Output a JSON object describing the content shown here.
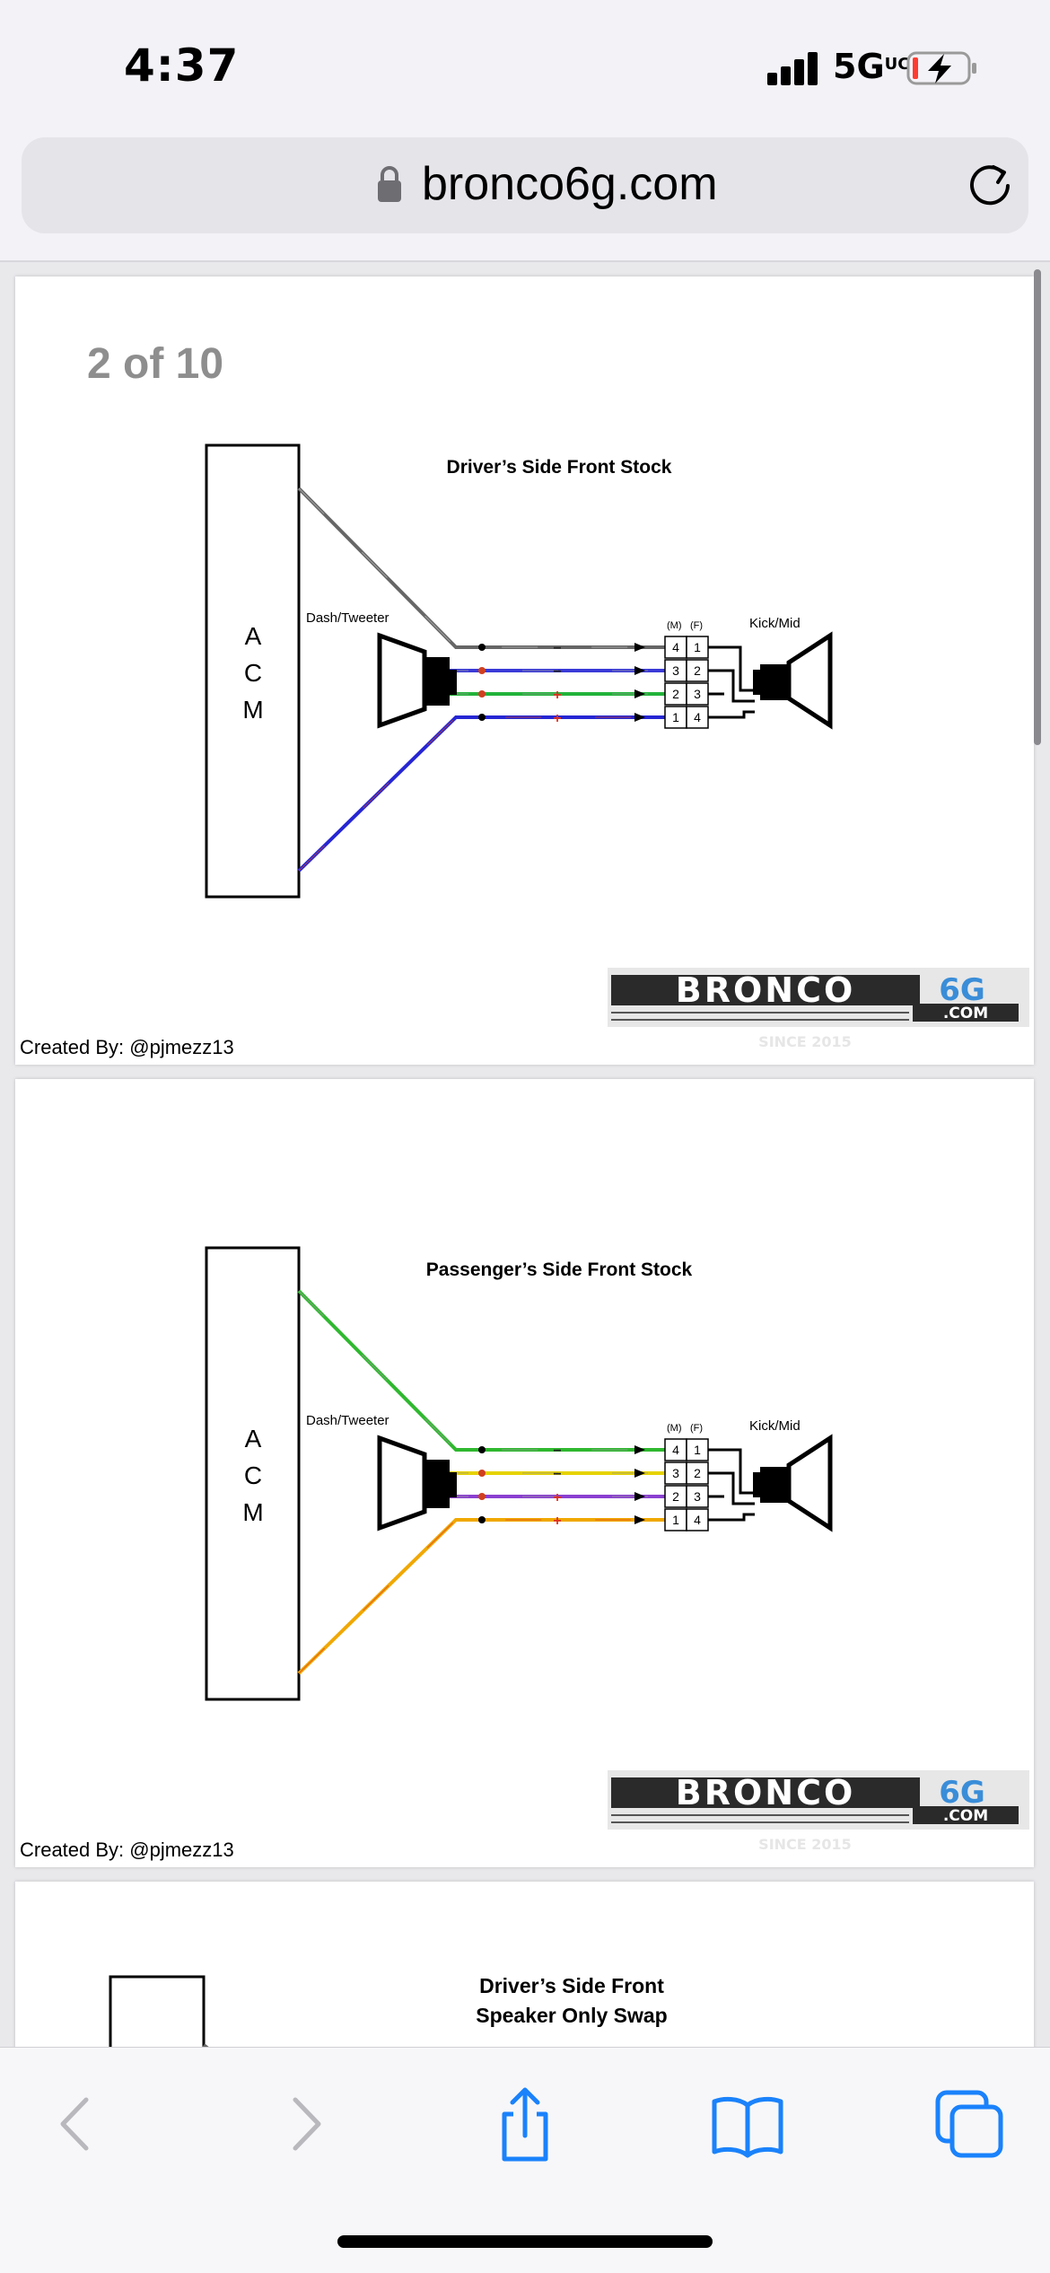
{
  "status_bar": {
    "time": "4:37",
    "network": "5G",
    "network_suffix": "UC",
    "battery_charging": true
  },
  "address_bar": {
    "url": "bronco6g.com",
    "lock_icon": "lock-icon",
    "reload_icon": "reload-icon"
  },
  "page_counter": "2 of 10",
  "diagrams": [
    {
      "title": "Driver’s Side Front Stock",
      "module_letters": [
        "A",
        "C",
        "M"
      ],
      "left_speaker_label": "Dash/Tweeter",
      "right_speaker_label": "Kick/Mid",
      "connector_header_m": "(M)",
      "connector_header_f": "(F)",
      "connector_pins_m": [
        "4",
        "3",
        "2",
        "1"
      ],
      "connector_pins_f": [
        "1",
        "2",
        "3",
        "4"
      ],
      "polarity": [
        "−",
        "−",
        "+",
        "+"
      ],
      "wire_colors": [
        "#666666",
        "#3a3ad8",
        "#22b33a",
        "#2626d4"
      ],
      "wire_stripes": [
        "#bbbbbb",
        "#999999",
        "#999999",
        "#d04020"
      ],
      "created_by": "Created By: @pjmezz13",
      "logo_text": "BRONCO",
      "logo_accent": "6G",
      "logo_domain": ".COM",
      "logo_since": "SINCE 2015"
    },
    {
      "title": "Passenger’s Side Front Stock",
      "module_letters": [
        "A",
        "C",
        "M"
      ],
      "left_speaker_label": "Dash/Tweeter",
      "right_speaker_label": "Kick/Mid",
      "connector_header_m": "(M)",
      "connector_header_f": "(F)",
      "connector_pins_m": [
        "4",
        "3",
        "2",
        "1"
      ],
      "connector_pins_f": [
        "1",
        "2",
        "3",
        "4"
      ],
      "polarity": [
        "−",
        "−",
        "+",
        "+"
      ],
      "wire_colors": [
        "#2fb82f",
        "#e6d200",
        "#8a3fd0",
        "#f0a800"
      ],
      "wire_stripes": [
        "#999999",
        "#999999",
        "#999999",
        "#e04020"
      ],
      "created_by": "Created By: @pjmezz13",
      "logo_text": "BRONCO",
      "logo_accent": "6G",
      "logo_domain": ".COM",
      "logo_since": "SINCE 2015"
    }
  ],
  "next_diagram": {
    "title_line1": "Driver’s Side Front",
    "title_line2": "Speaker Only Swap"
  },
  "toolbar": {
    "back": "chevron-left-icon",
    "forward": "chevron-right-icon",
    "share": "share-icon",
    "bookmarks": "book-icon",
    "tabs": "tabs-icon"
  }
}
